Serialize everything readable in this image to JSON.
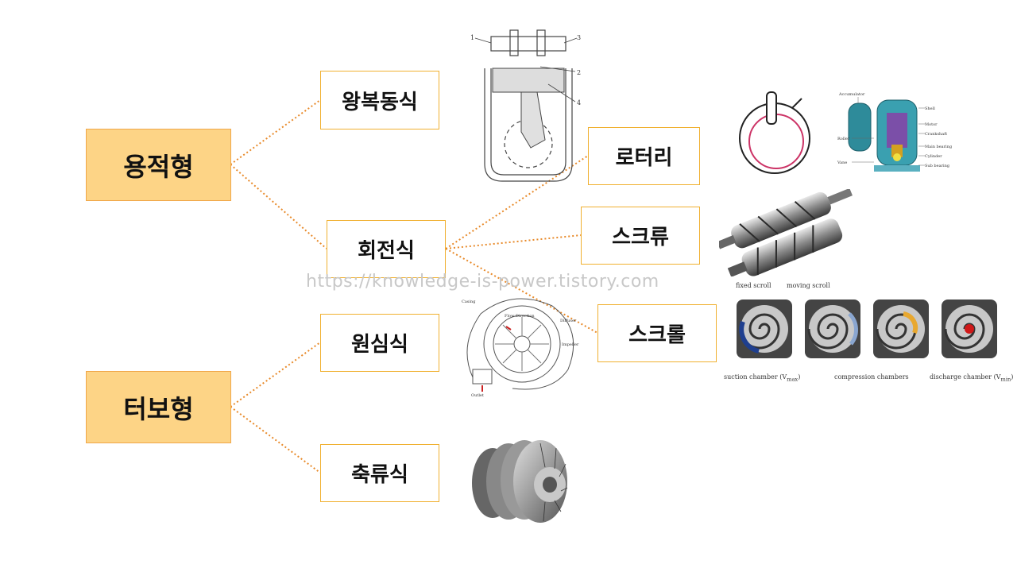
{
  "categories": {
    "positive": "용적형",
    "turbo": "터보형"
  },
  "nodes": {
    "reciprocating": "왕복동식",
    "rotary": "회전식",
    "rotary_vane": "로터리",
    "screw": "스크류",
    "scroll": "스크롤",
    "centrifugal": "원심식",
    "axial": "축류식"
  },
  "watermark": "https://knowledge-is-power.tistory.com",
  "piston_labels": [
    "1",
    "2",
    "3",
    "4"
  ],
  "rotary_parts": [
    "Accumulator",
    "Shell",
    "Motor",
    "Crankshaft",
    "Roller",
    "Main bearing",
    "Cylinder",
    "Vane",
    "Sub bearing"
  ],
  "centrifugal_labels": [
    "Casing",
    "Flow Direction",
    "Diffuser",
    "Impeller",
    "Outlet"
  ],
  "scroll_labels": {
    "fixed": "fixed scroll",
    "moving": "moving scroll",
    "suction": "suction chamber (V",
    "suction_sub": "max",
    "compression": "compression chambers",
    "discharge": "discharge chamber (V",
    "discharge_sub": "min"
  },
  "colors": {
    "main_fill": "#fdd486",
    "box_border": "#f0b030",
    "connector": "#e88a2a"
  }
}
